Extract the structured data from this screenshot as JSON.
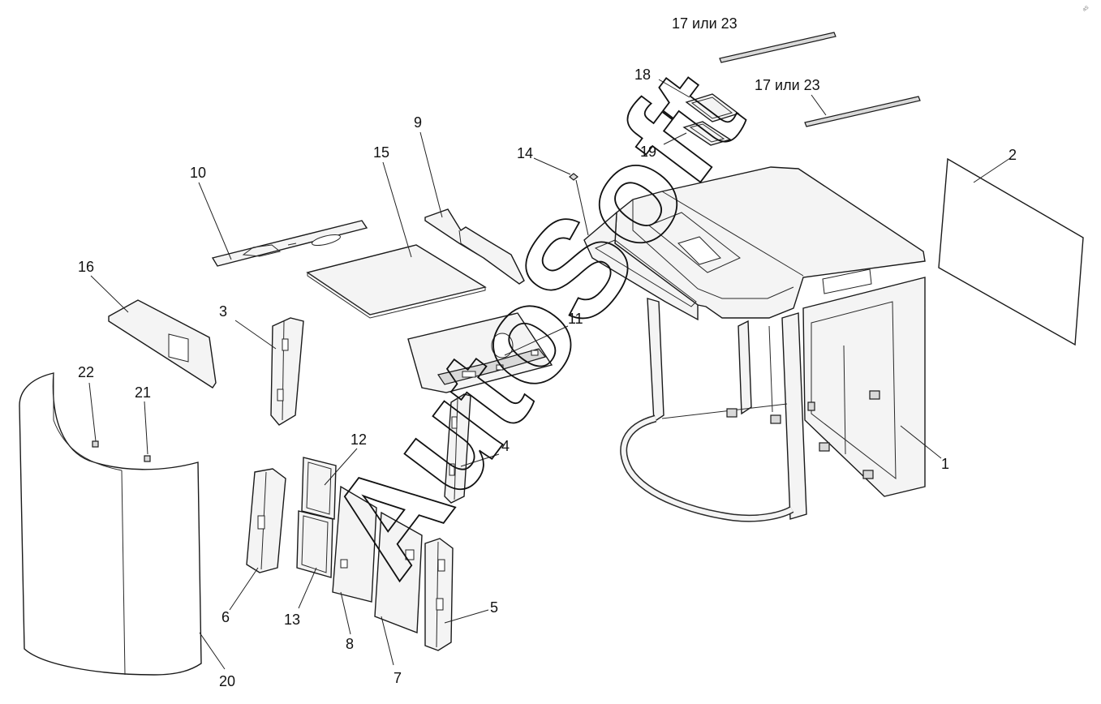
{
  "callouts": {
    "c1": "1",
    "c2": "2",
    "c3": "3",
    "c4": "4",
    "c5": "5",
    "c6": "6",
    "c7": "7",
    "c8": "8",
    "c9": "9",
    "c10": "10",
    "c11": "11",
    "c12": "12",
    "c13": "13",
    "c14": "14",
    "c15": "15",
    "c16": "16",
    "c17a": "17 или 23",
    "c17b": "17 или 23",
    "c18": "18",
    "c19": "19",
    "c20": "20",
    "c21": "21",
    "c22": "22"
  },
  "watermark": {
    "text": "AutoSoft"
  },
  "corner_mark": {
    "text": "aS"
  }
}
